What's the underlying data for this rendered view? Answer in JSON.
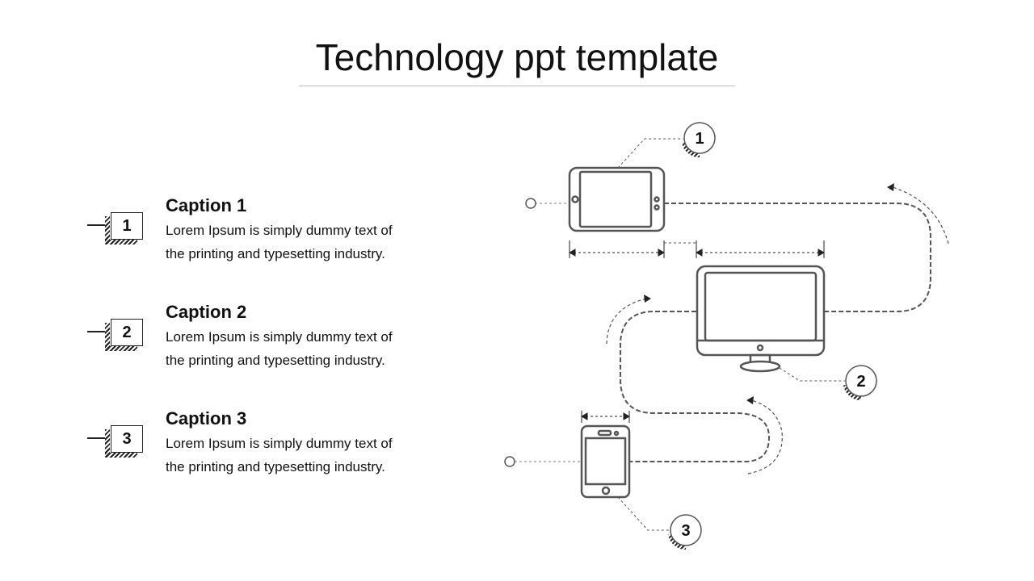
{
  "title": "Technology ppt template",
  "captions": [
    {
      "number": "1",
      "title": "Caption 1",
      "body_line1": "Lorem Ipsum is simply dummy text of",
      "body_line2": "the printing and typesetting industry."
    },
    {
      "number": "2",
      "title": "Caption 2",
      "body_line1": "Lorem Ipsum is simply dummy text of",
      "body_line2": "the printing and typesetting industry."
    },
    {
      "number": "3",
      "title": "Caption 3",
      "body_line1": "Lorem Ipsum is simply dummy text of",
      "body_line2": "the printing and typesetting industry."
    }
  ],
  "devices": [
    {
      "number": "1",
      "icon": "tablet-icon"
    },
    {
      "number": "2",
      "icon": "monitor-icon"
    },
    {
      "number": "3",
      "icon": "smartphone-icon"
    }
  ],
  "colors": {
    "stroke": "#555555",
    "text": "#111111",
    "rule": "#bdbdbd"
  }
}
